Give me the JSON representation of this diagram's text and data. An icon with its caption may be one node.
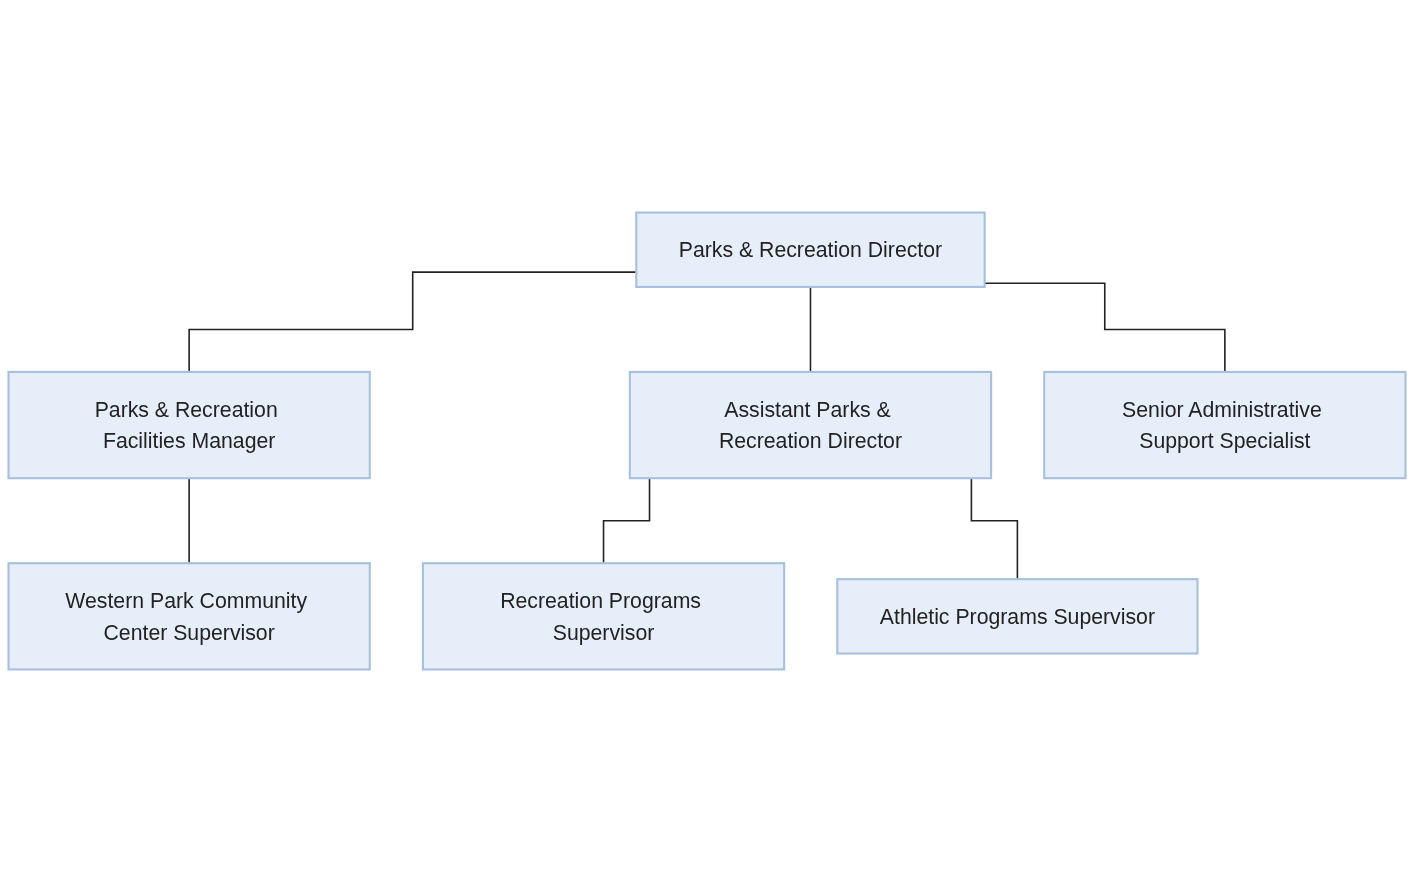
{
  "diagram": {
    "nodes": [
      {
        "text": [
          "Parks & Recreation Director"
        ]
      },
      {
        "text": [
          "Parks & Recreation Facilities Manager"
        ]
      },
      {
        "text": [
          "Assistant Parks & Recreation Director"
        ]
      },
      {
        "text": [
          "Senior Administrative Support Specialist"
        ]
      },
      {
        "text": [
          "Western Park Community Center Supervisor"
        ]
      },
      {
        "text": [
          "Recreation Programs Supervisor"
        ]
      },
      {
        "text": [
          "Athletic Programs Supervisor"
        ]
      }
    ],
    "edges": [
      {
        "from": 0,
        "to": 1,
        "arrow": "none"
      },
      {
        "from": 0,
        "to": 2,
        "arrow": "none"
      },
      {
        "from": 0,
        "to": 3,
        "arrow": "none"
      },
      {
        "from": 1,
        "to": 4,
        "arrow": "none"
      },
      {
        "from": 2,
        "to": 5,
        "arrow": "none"
      },
      {
        "from": 2,
        "to": 6,
        "arrow": "none"
      }
    ]
  }
}
